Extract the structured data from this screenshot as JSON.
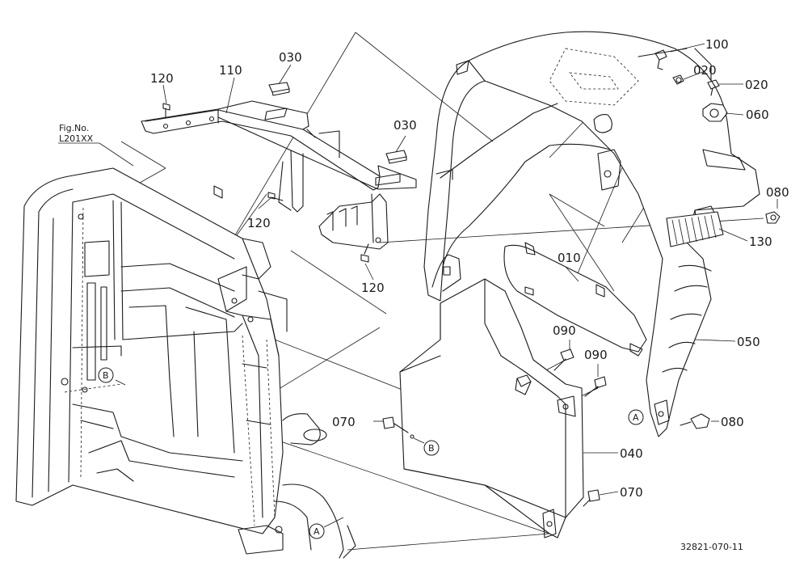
{
  "figure_ref": {
    "line1": "Fig.No.",
    "line2": "L201XX"
  },
  "drawing_number": "32821-070-11",
  "callouts": {
    "p010": "010",
    "p020a": "020",
    "p020b": "020",
    "p030a": "030",
    "p030b": "030",
    "p040": "040",
    "p050": "050",
    "p060": "060",
    "p070a": "070",
    "p070b": "070",
    "p080a": "080",
    "p080b": "080",
    "p090a": "090",
    "p090b": "090",
    "p100": "100",
    "p110": "110",
    "p120a": "120",
    "p120b": "120",
    "p120c": "120",
    "p130": "130"
  },
  "refs": {
    "a1": "A",
    "a2": "A",
    "b1": "B",
    "b2": "B"
  }
}
